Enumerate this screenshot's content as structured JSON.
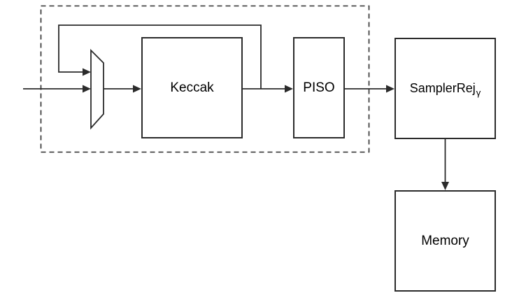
{
  "diagram": {
    "type": "block-diagram",
    "blocks": {
      "keccak": {
        "label": "Keccak"
      },
      "piso": {
        "label": "PISO"
      },
      "sampler": {
        "label": "SamplerRej",
        "subscript": "γ"
      },
      "memory": {
        "label": "Memory"
      },
      "mux": {
        "label": ""
      }
    },
    "edges": [
      {
        "from": "external-input",
        "to": "mux"
      },
      {
        "from": "keccak",
        "to": "mux",
        "note": "feedback loop"
      },
      {
        "from": "mux",
        "to": "keccak"
      },
      {
        "from": "keccak",
        "to": "piso"
      },
      {
        "from": "piso",
        "to": "sampler"
      },
      {
        "from": "sampler",
        "to": "memory"
      }
    ],
    "boundary": {
      "style": "dashed",
      "contains": [
        "mux",
        "keccak",
        "piso"
      ]
    },
    "colors": {
      "stroke": "#2b2b2b",
      "text": "#000000",
      "background": "#ffffff"
    }
  }
}
